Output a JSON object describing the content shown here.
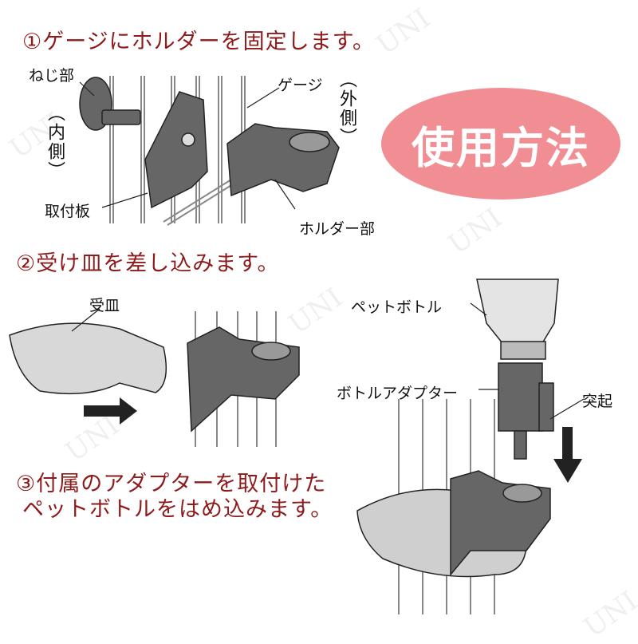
{
  "steps": [
    "①ゲージにホルダーを固定します。",
    "②受け皿を差し込みます。",
    "③付属のアダプターを取付けた",
    "ペットボトルをはめ込みます。"
  ],
  "badge": "使用方法",
  "labels": {
    "screw": "ねじ部",
    "inner": "（内側）",
    "outer": "（外側）",
    "cage": "ゲージ",
    "plate": "取付板",
    "holder": "ホルダー部",
    "tray": "受皿",
    "bottle": "ペットボトル",
    "adapter": "ボトルアダプター",
    "protrusion": "突起"
  },
  "watermark": "UNI",
  "colors": {
    "step_text": "#8e1b1b",
    "badge": "#f08e93",
    "part": "#5a5a5a"
  }
}
